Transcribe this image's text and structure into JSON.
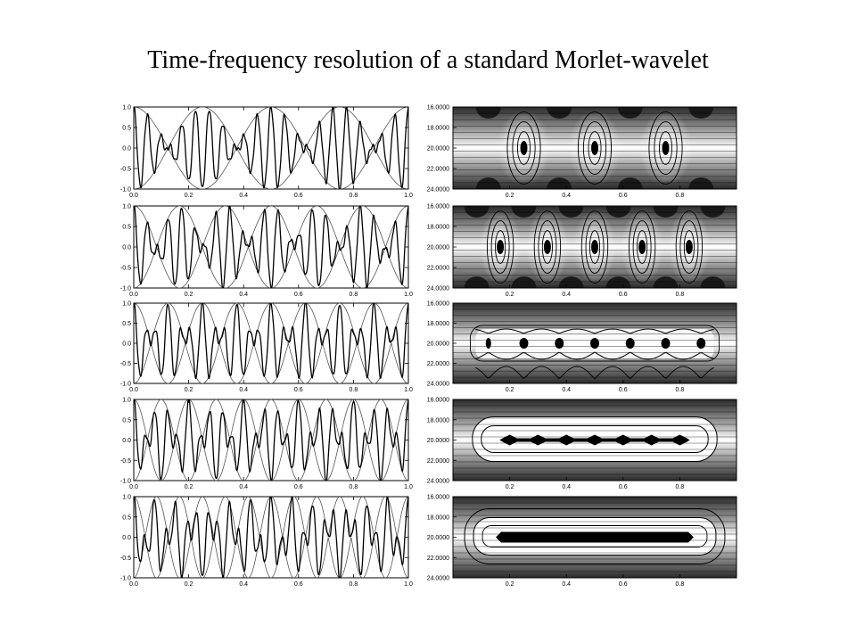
{
  "title": "Time-frequency resolution of a standard Morlet-wavelet",
  "colors": {
    "background": "#ffffff",
    "ink": "#000000",
    "envelope": "#555555",
    "gridline": "#000000"
  },
  "chart_data": [
    {
      "type": "line",
      "panel": "signal",
      "x": {
        "ticks": [
          0.0,
          0.2,
          0.4,
          0.6,
          0.8,
          1.0
        ],
        "tick_labels": [
          "0.0",
          "0.2",
          "0.4",
          "0.6",
          "0.8",
          "1.0"
        ],
        "range": [
          0.0,
          1.0
        ]
      },
      "y": {
        "ticks": [
          -1.0,
          -0.5,
          0.0,
          0.5,
          1.0
        ],
        "tick_labels": [
          "-1.0",
          "-0.5",
          "0.0",
          "0.5",
          "1.0"
        ],
        "range": [
          -1.0,
          1.0
        ]
      },
      "rows": [
        {
          "envelope_cycles": 4,
          "carrier_cycles": 20
        },
        {
          "envelope_cycles": 6,
          "carrier_cycles": 20
        },
        {
          "envelope_cycles": 8,
          "carrier_cycles": 20
        },
        {
          "envelope_cycles": 10,
          "carrier_cycles": 20
        },
        {
          "envelope_cycles": 12,
          "carrier_cycles": 20
        }
      ]
    },
    {
      "type": "heatmap",
      "panel": "scalogram",
      "x": {
        "ticks": [
          0.2,
          0.4,
          0.6,
          0.8
        ],
        "tick_labels": [
          "0.2",
          "0.4",
          "0.6",
          "0.8"
        ],
        "range": [
          0.0,
          1.0
        ]
      },
      "y": {
        "ticks": [
          16,
          18,
          20,
          22,
          24
        ],
        "tick_labels": [
          "16.0000",
          "18.0000",
          "20.0000",
          "22.0000",
          "24.0000"
        ],
        "range": [
          16.0,
          24.0
        ]
      },
      "rows": [
        {
          "peaks": [
            0.25,
            0.5,
            0.75
          ],
          "layout": "isolated"
        },
        {
          "peaks": [
            0.167,
            0.333,
            0.5,
            0.667,
            0.833
          ],
          "layout": "isolated"
        },
        {
          "peaks": [
            0.125,
            0.25,
            0.375,
            0.5,
            0.625,
            0.75,
            0.875
          ],
          "layout": "merging"
        },
        {
          "peaks": [
            0.2,
            0.3,
            0.4,
            0.5,
            0.6,
            0.7,
            0.8
          ],
          "layout": "merged"
        },
        {
          "peaks": [
            0.17,
            0.83
          ],
          "layout": "band"
        }
      ]
    }
  ]
}
